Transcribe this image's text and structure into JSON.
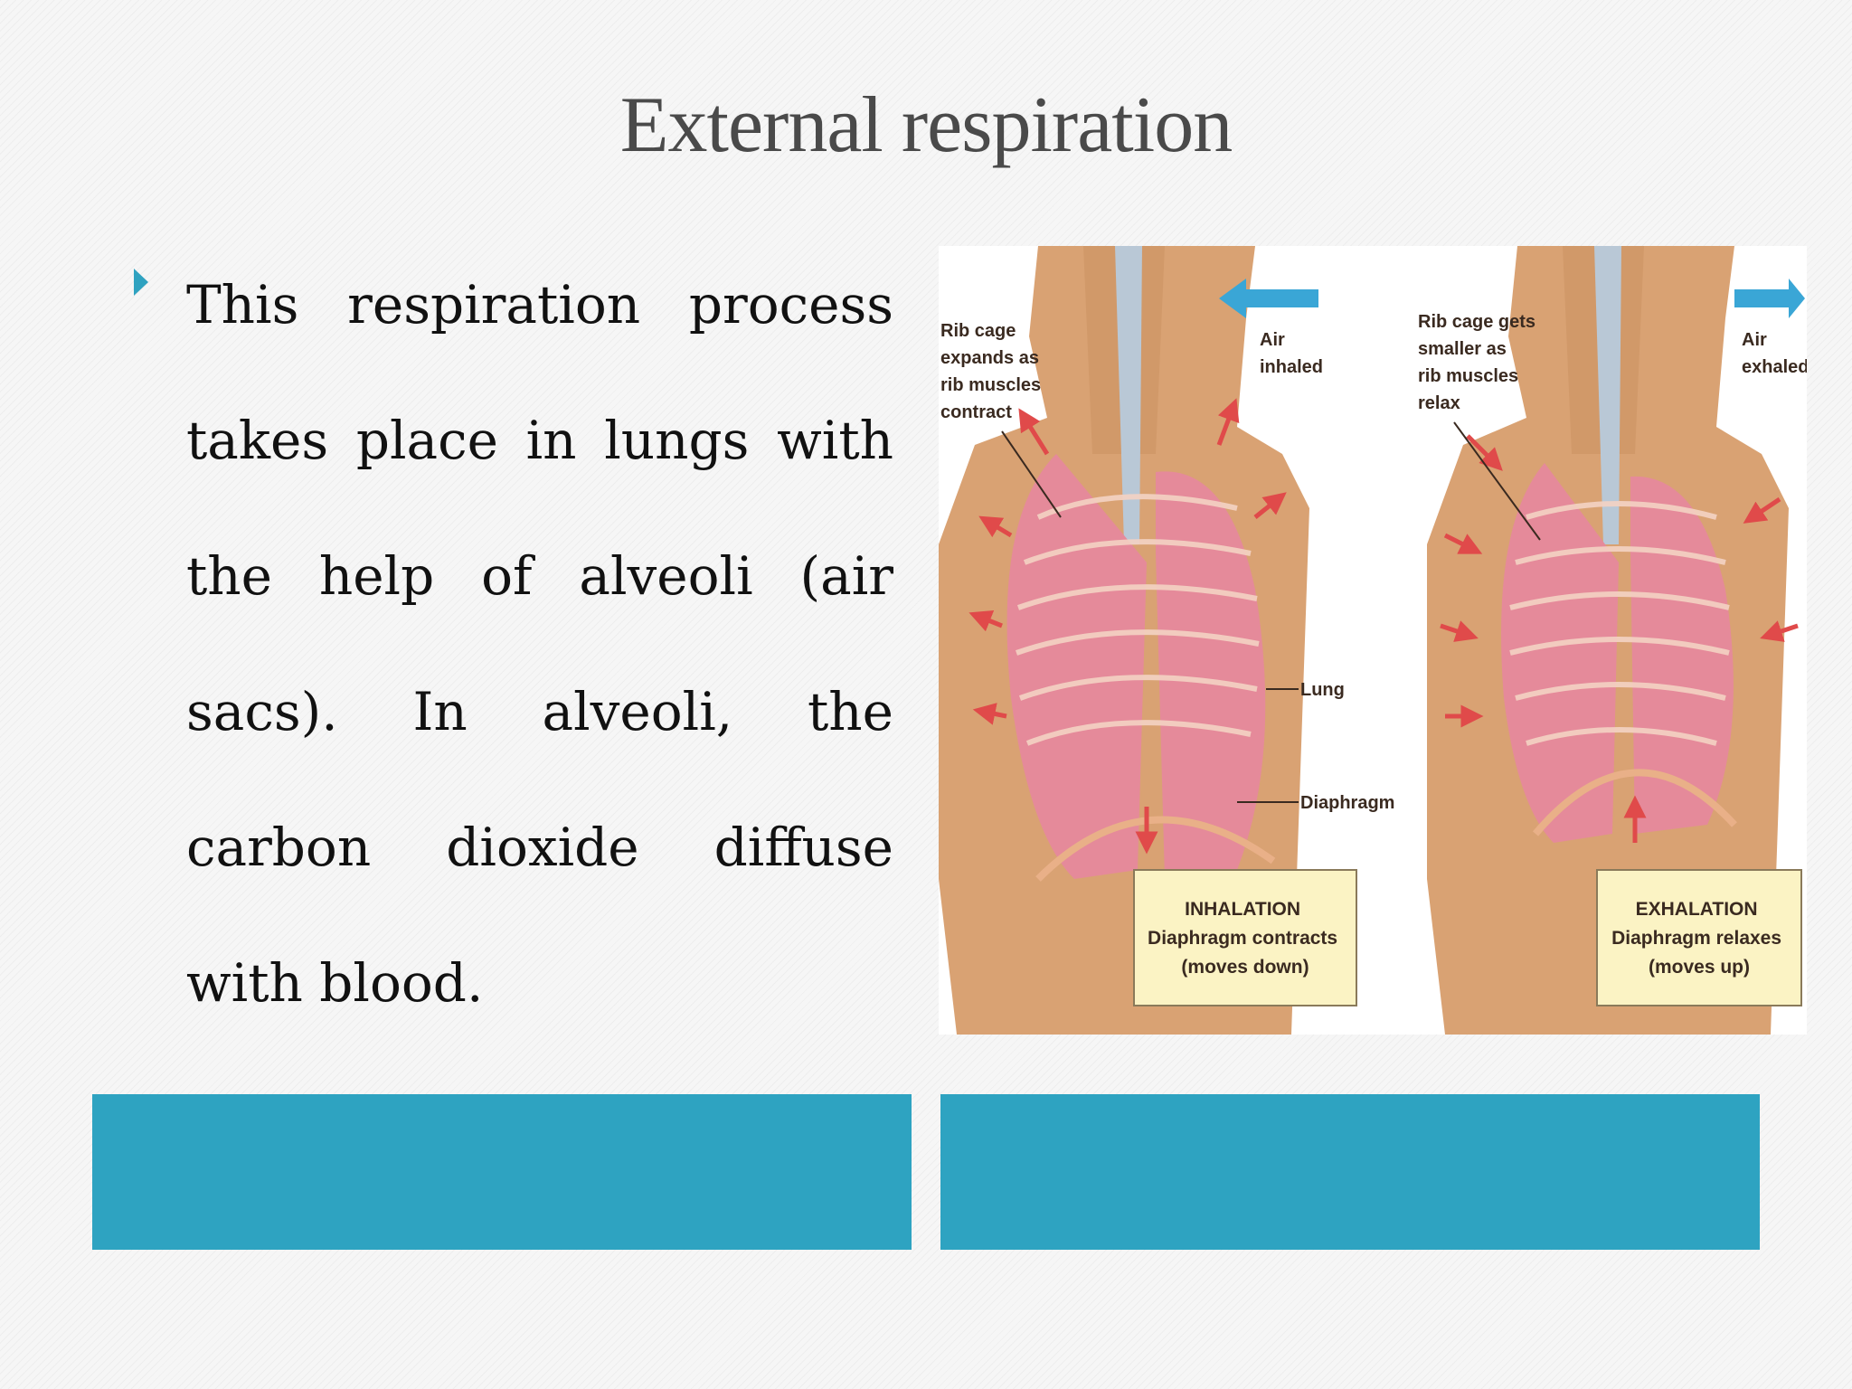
{
  "slide": {
    "title": "External respiration"
  },
  "bullet": {
    "lines": [
      "This respiration process",
      "takes place in lungs with",
      "the help of alveoli (air",
      "sacs). In alveoli, the",
      "carbon dioxide diffuse",
      "with blood."
    ]
  },
  "figure": {
    "left_panel": {
      "rib_label": [
        "Rib cage",
        "expands as",
        "rib muscles",
        "contract"
      ],
      "air_label": [
        "Air",
        "inhaled"
      ],
      "lung_label": "Lung",
      "diaphragm_label": "Diaphragm",
      "box": [
        "INHALATION",
        "Diaphragm contracts",
        "(moves down)"
      ]
    },
    "right_panel": {
      "rib_label": [
        "Rib cage gets",
        "smaller as",
        "rib muscles",
        "relax"
      ],
      "air_label": [
        "Air",
        "exhaled"
      ],
      "box": [
        "EXHALATION",
        "Diaphragm relaxes",
        "(moves up)"
      ]
    }
  },
  "colors": {
    "accent": "#2ea3c1",
    "skin": "#d9a273",
    "lung": "#e58a9a",
    "arrow": "#e04a4a",
    "box_fill": "#fbf3c4"
  }
}
